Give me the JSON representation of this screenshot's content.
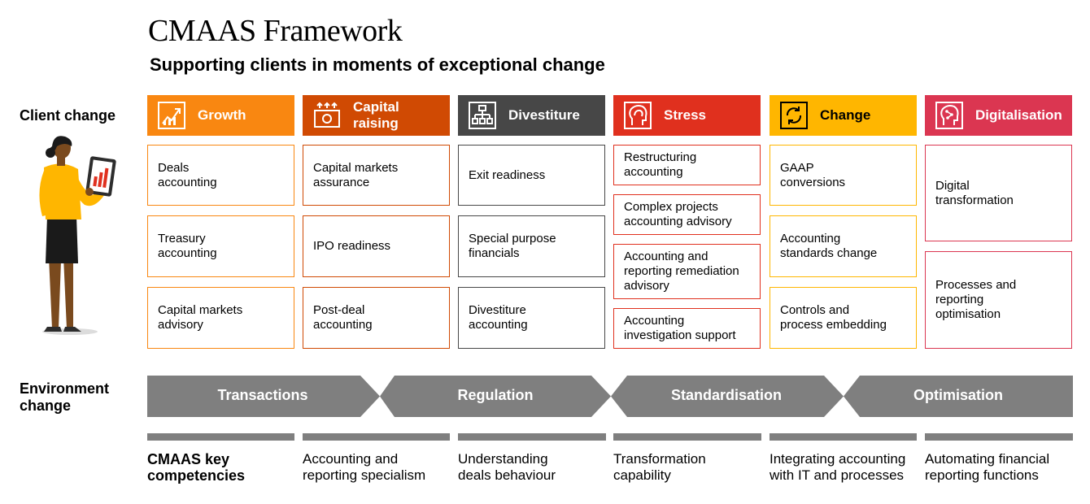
{
  "title": "CMAAS Framework",
  "subtitle": "Supporting clients in moments of exceptional change",
  "row_labels": {
    "client_change": "Client change",
    "environment_change": "Environment\nchange"
  },
  "colors": {
    "growth": "#f98711",
    "capital_raising": "#d04a03",
    "divestiture": "#474747",
    "stress": "#e0301e",
    "change": "#ffb600",
    "digitalisation": "#db3651",
    "environment_grey": "#7f7f7f"
  },
  "columns": [
    {
      "header": "Growth",
      "icon": "growth-chart-icon",
      "color": "#f98711",
      "cards": [
        "Deals\naccounting",
        "Treasury\naccounting",
        "Capital markets\nadvisory"
      ]
    },
    {
      "header": "Capital\nraising",
      "icon": "money-raising-icon",
      "color": "#d04a03",
      "cards": [
        "Capital markets\nassurance",
        "IPO readiness",
        "Post-deal\naccounting"
      ]
    },
    {
      "header": "Divestiture",
      "icon": "org-chart-icon",
      "color": "#474747",
      "cards": [
        "Exit readiness",
        "Special purpose\nfinancials",
        "Divestiture\naccounting"
      ]
    },
    {
      "header": "Stress",
      "icon": "head-stress-icon",
      "color": "#e0301e",
      "cards": [
        "Restructuring\naccounting",
        "Complex projects\naccounting advisory",
        "Accounting and\nreporting remediation\nadvisory",
        "Accounting\ninvestigation support"
      ]
    },
    {
      "header": "Change",
      "icon": "cycle-arrows-icon",
      "color": "#ffb600",
      "cards": [
        "GAAP\nconversions",
        "Accounting\nstandards change",
        "Controls and\nprocess embedding"
      ]
    },
    {
      "header": "Digitalisation",
      "icon": "circuit-head-icon",
      "color": "#db3651",
      "cards": [
        "Digital\ntransformation",
        "Processes and\nreporting\noptimisation"
      ]
    }
  ],
  "environment": [
    "Transactions",
    "Regulation",
    "Standardisation",
    "Optimisation"
  ],
  "competencies": {
    "label": "CMAAS key\ncompetencies",
    "items": [
      "Accounting and\nreporting specialism",
      "Understanding\ndeals behaviour",
      "Transformation\ncapability",
      "Integrating accounting\nwith IT and processes",
      "Automating financial\nreporting functions"
    ]
  }
}
